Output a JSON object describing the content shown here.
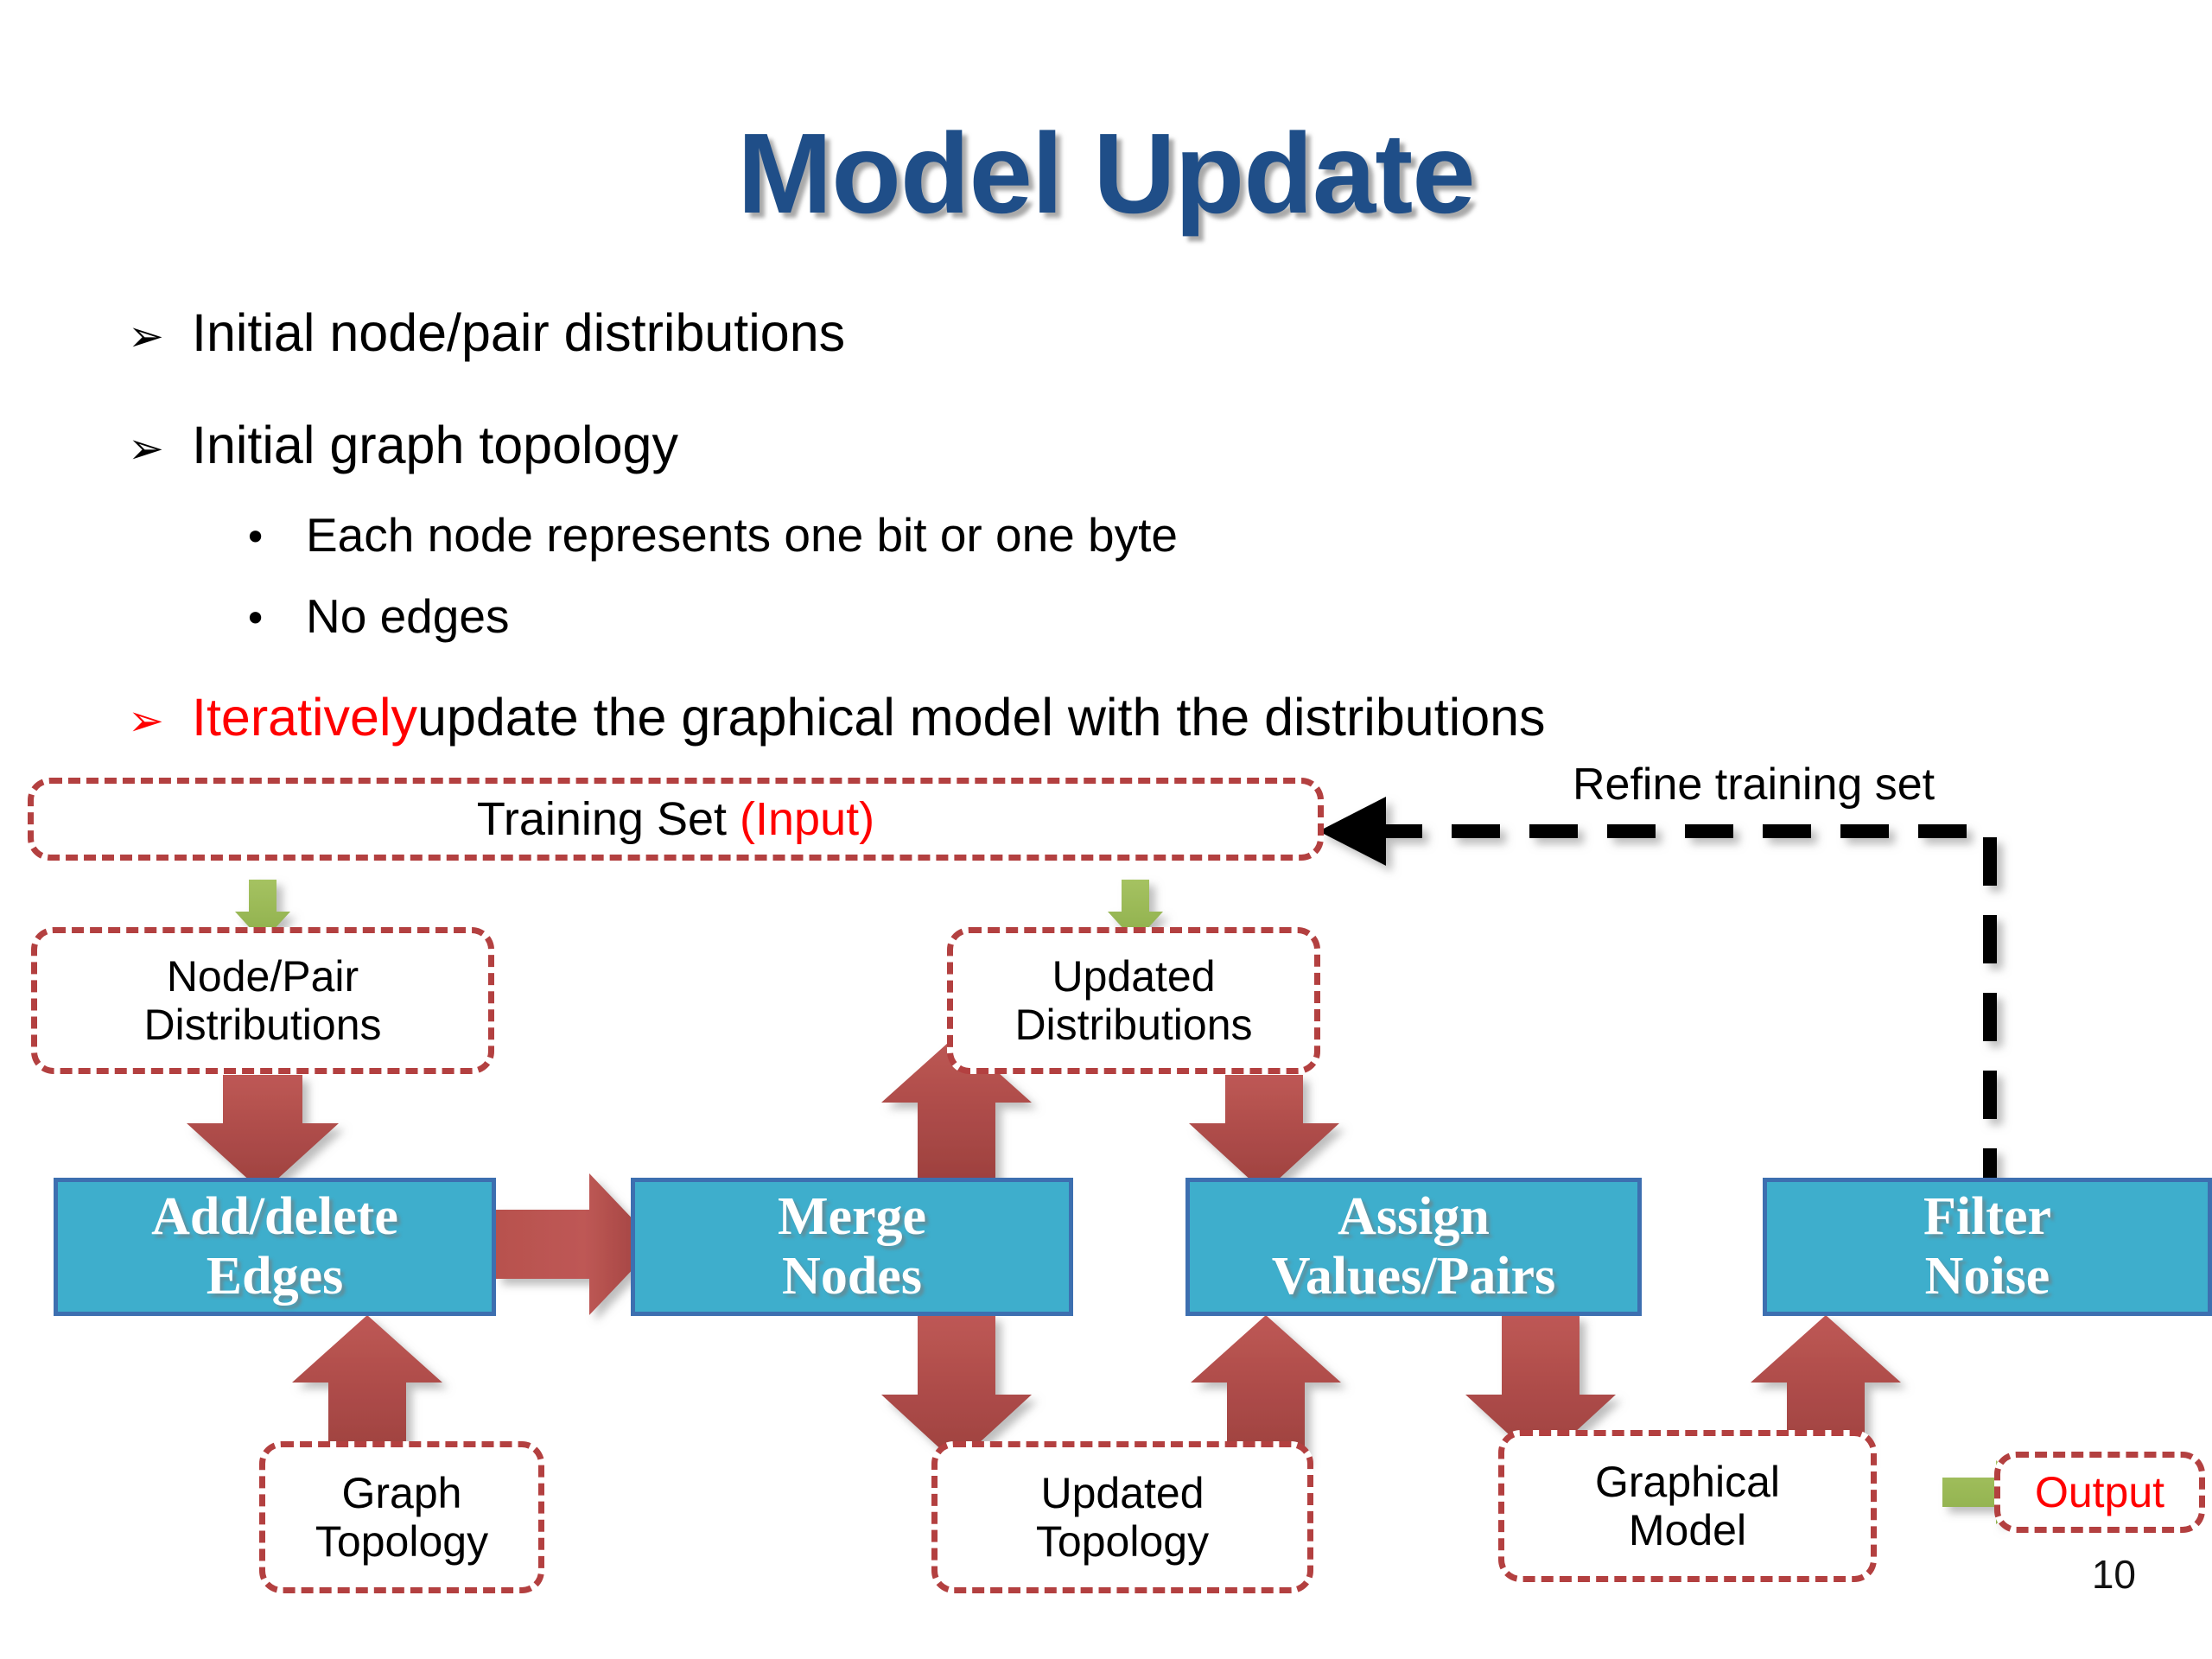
{
  "slide": {
    "title": "Model Update",
    "page_number": "10",
    "title_color": "#1F4E88",
    "accent_red": "#FF0000",
    "dash_border_color": "#B34040",
    "blue_fill": "#3EAECC",
    "blue_border": "#3D6FB0",
    "arrow_red": "#B8514E",
    "arrow_green": "#9BBB59",
    "arrow_black": "#000000"
  },
  "bullets": [
    {
      "glyph": "➢",
      "text": "Initial node/pair distributions",
      "level": 1,
      "color": "#000000"
    },
    {
      "glyph": "➢",
      "text": "Initial graph topology",
      "level": 1,
      "color": "#000000"
    }
  ],
  "sub_bullets": [
    {
      "glyph": "•",
      "text": "Each node represents one bit or one byte"
    },
    {
      "glyph": "•",
      "text": "No edges"
    }
  ],
  "highlight_bullet": {
    "glyph": "➢",
    "emphasis": "Iteratively",
    "rest": " update the graphical model with the distributions"
  },
  "diagram": {
    "training_set": {
      "label_black": "Training Set ",
      "label_red": "(Input)"
    },
    "refine_label": "Refine training set",
    "dashed_boxes": [
      {
        "id": "node-pair-distributions",
        "lines": [
          "Node/Pair",
          "Distributions"
        ]
      },
      {
        "id": "updated-distributions",
        "lines": [
          "Updated",
          "Distributions"
        ]
      },
      {
        "id": "graph-topology",
        "lines": [
          "Graph",
          "Topology"
        ]
      },
      {
        "id": "updated-topology",
        "lines": [
          "Updated",
          "Topology"
        ]
      },
      {
        "id": "graphical-model",
        "lines": [
          "Graphical",
          "Model"
        ]
      }
    ],
    "output_box": {
      "id": "output",
      "label": "Output",
      "color": "#FF0000"
    },
    "process_boxes": [
      {
        "id": "add-delete-edges",
        "lines": [
          "Add/delete",
          "Edges"
        ]
      },
      {
        "id": "merge-nodes",
        "lines": [
          "Merge",
          "Nodes"
        ]
      },
      {
        "id": "assign-values-pairs",
        "lines": [
          "Assign",
          "Values/Pairs"
        ]
      },
      {
        "id": "filter-noise",
        "lines": [
          "Filter",
          "Noise"
        ]
      }
    ]
  }
}
